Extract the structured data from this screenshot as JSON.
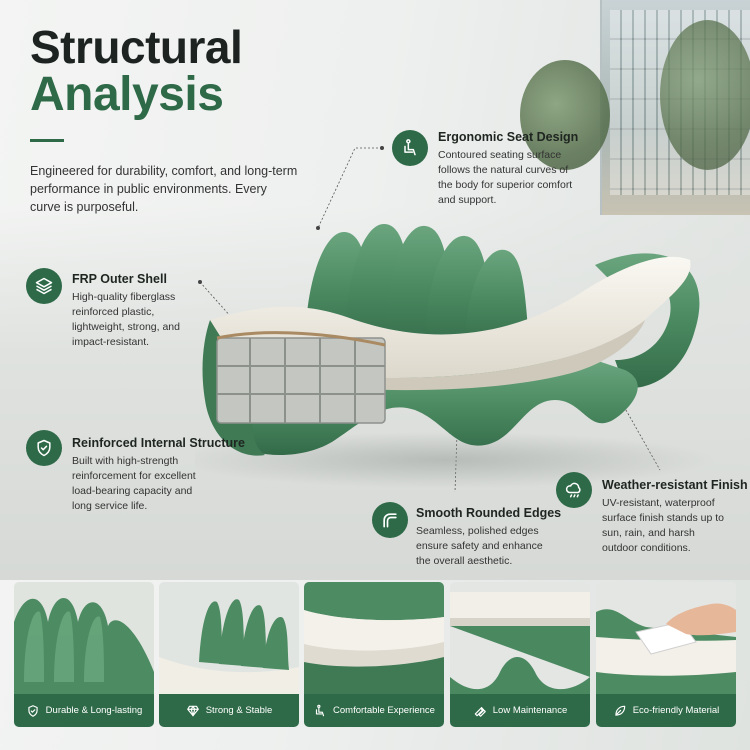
{
  "title": {
    "line1": "Structural",
    "line2": "Analysis"
  },
  "intro": "Engineered for durability, comfort, and long-term performance in public environments. Every curve is purposeful.",
  "features": {
    "ergonomic": {
      "icon": "seated-person-icon",
      "heading": "Ergonomic Seat Design",
      "body": "Contoured seating surface follows the natural curves of the body for superior comfort and support."
    },
    "frp": {
      "icon": "layers-icon",
      "heading": "FRP Outer Shell",
      "body": "High-quality fiberglass reinforced plastic, lightweight, strong, and impact-resistant."
    },
    "internal": {
      "icon": "shield-check-icon",
      "heading": "Reinforced Internal Structure",
      "body": "Built with high-strength reinforcement for excellent load-bearing capacity and long service life."
    },
    "edges": {
      "icon": "rounded-corner-icon",
      "heading": "Smooth Rounded Edges",
      "body": "Seamless, polished edges ensure safety and enhance the overall aesthetic."
    },
    "weather": {
      "icon": "rain-cloud-icon",
      "heading": "Weather-resistant Finish",
      "body": "UV-resistant, waterproof surface finish stands up to sun, rain, and harsh outdoor conditions."
    }
  },
  "bottom_cards": [
    {
      "icon": "shield-check-icon",
      "label": "Durable & Long-lasting"
    },
    {
      "icon": "diamond-icon",
      "label": "Strong & Stable"
    },
    {
      "icon": "seated-person-icon",
      "label": "Comfortable Experience"
    },
    {
      "icon": "wrench-icon",
      "label": "Low Maintenance"
    },
    {
      "icon": "leaf-icon",
      "label": "Eco-friendly Material"
    }
  ],
  "colors": {
    "brand_green": "#2e6a48",
    "bench_green": "#4f8f66",
    "bench_cream": "#f1ede4",
    "text_dark": "#1c2320"
  }
}
